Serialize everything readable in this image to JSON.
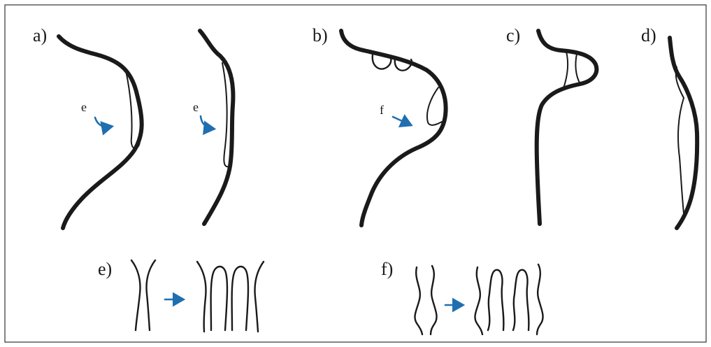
{
  "colors": {
    "ink": "#1a1a1a",
    "arrow": "#1f6fb0",
    "background": "#ffffff",
    "frame": "#333333"
  },
  "panels": {
    "a": {
      "label": "a)",
      "inset_label": "e"
    },
    "b": {
      "label": "b)",
      "inset_label": "f"
    },
    "c": {
      "label": "c)"
    },
    "d": {
      "label": "d)"
    },
    "e": {
      "label": "e)"
    },
    "f": {
      "label": "f)"
    }
  }
}
